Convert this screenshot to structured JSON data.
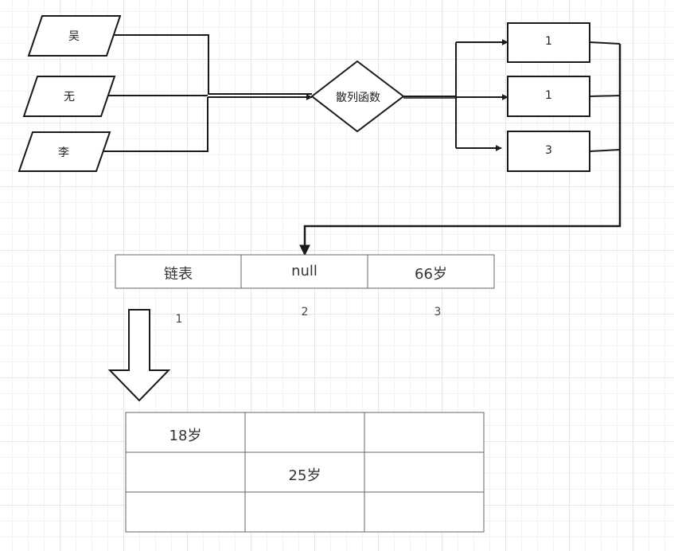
{
  "inputs": [
    "吴",
    "无",
    "李"
  ],
  "hash_function": "散列函数",
  "hash_results": [
    "1",
    "1",
    "3"
  ],
  "array_cells": [
    "链表",
    "null",
    "66岁"
  ],
  "array_indices": [
    "1",
    "2",
    "3"
  ],
  "linked_table": [
    [
      "18岁",
      "",
      ""
    ],
    [
      "",
      "25岁",
      ""
    ],
    [
      "",
      "",
      ""
    ]
  ],
  "colors": {
    "stroke": "#1a1a1a",
    "table_border": "#666666",
    "grid": "#e6e6e6"
  }
}
